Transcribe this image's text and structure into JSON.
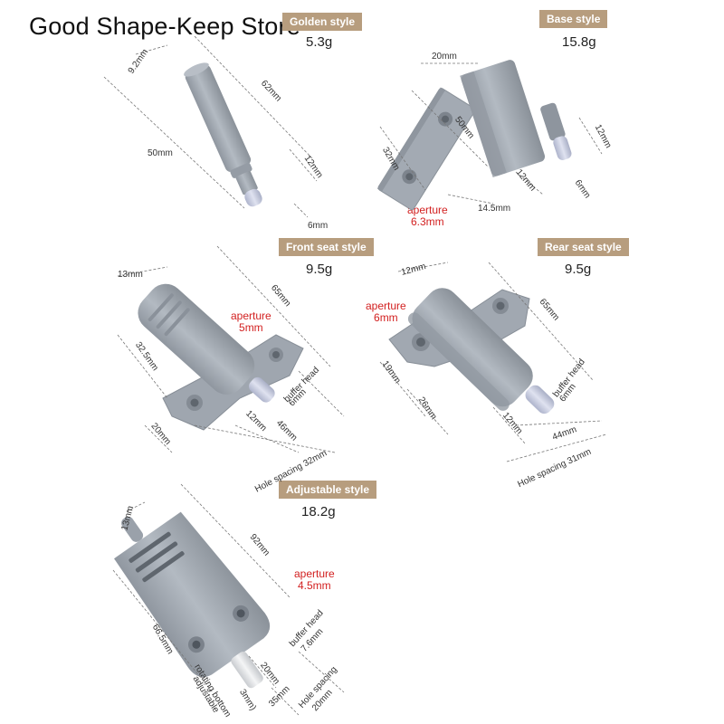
{
  "store_title": "Good Shape-Keep Store",
  "products": {
    "golden": {
      "badge": "Golden style",
      "weight": "5.3g",
      "dims": {
        "dia": "9.2mm",
        "len": "62mm",
        "body": "50mm",
        "neck": "12mm",
        "tip": "6mm"
      }
    },
    "base": {
      "badge": "Base style",
      "weight": "15.8g",
      "dims": {
        "w": "20mm",
        "len": "50mm",
        "hole": "32mm",
        "h": "12mm",
        "h2": "12mm",
        "tip": "6mm",
        "plate": "14.5mm"
      },
      "aperture_label": "aperture",
      "aperture_value": "6.3mm"
    },
    "front": {
      "badge": "Front seat style",
      "weight": "9.5g",
      "dims": {
        "dia": "13mm",
        "len": "65mm",
        "plate": "32.5mm",
        "base": "20mm",
        "neck": "12mm",
        "body": "46mm",
        "buffer": "buffer head",
        "buffer_val": "6mm",
        "spacing": "Hole spacing 32mm"
      },
      "aperture_label": "aperture",
      "aperture_value": "5mm"
    },
    "rear": {
      "badge": "Rear seat style",
      "weight": "9.5g",
      "dims": {
        "dia": "12mm",
        "len": "65mm",
        "plate": "19mm",
        "base": "26mm",
        "neck": "12mm",
        "body": "44mm",
        "buffer": "buffer head",
        "buffer_val": "6mm",
        "spacing": "Hole spacing 31mm"
      },
      "aperture_label": "aperture",
      "aperture_value": "6mm"
    },
    "adjustable": {
      "badge": "Adjustable style",
      "weight": "18.2g",
      "dims": {
        "dia": "13mm",
        "len": "92mm",
        "body": "66.5mm",
        "neck": "20mm",
        "tip": "35mm",
        "buffer": "buffer head",
        "buffer_val": "7.6mm",
        "spacing": "Hole spacing",
        "spacing_val": "20mm",
        "rotating": "rotating bottom",
        "adj": "adjustable",
        "adj_val": "3mm)"
      },
      "aperture_label": "aperture",
      "aperture_value": "4.5mm"
    }
  },
  "colors": {
    "body": "#a4abb4",
    "shade": "#8b929b",
    "tip": "#c8cde2",
    "badge": "#b79d7e",
    "aperture": "#d21f1f"
  }
}
